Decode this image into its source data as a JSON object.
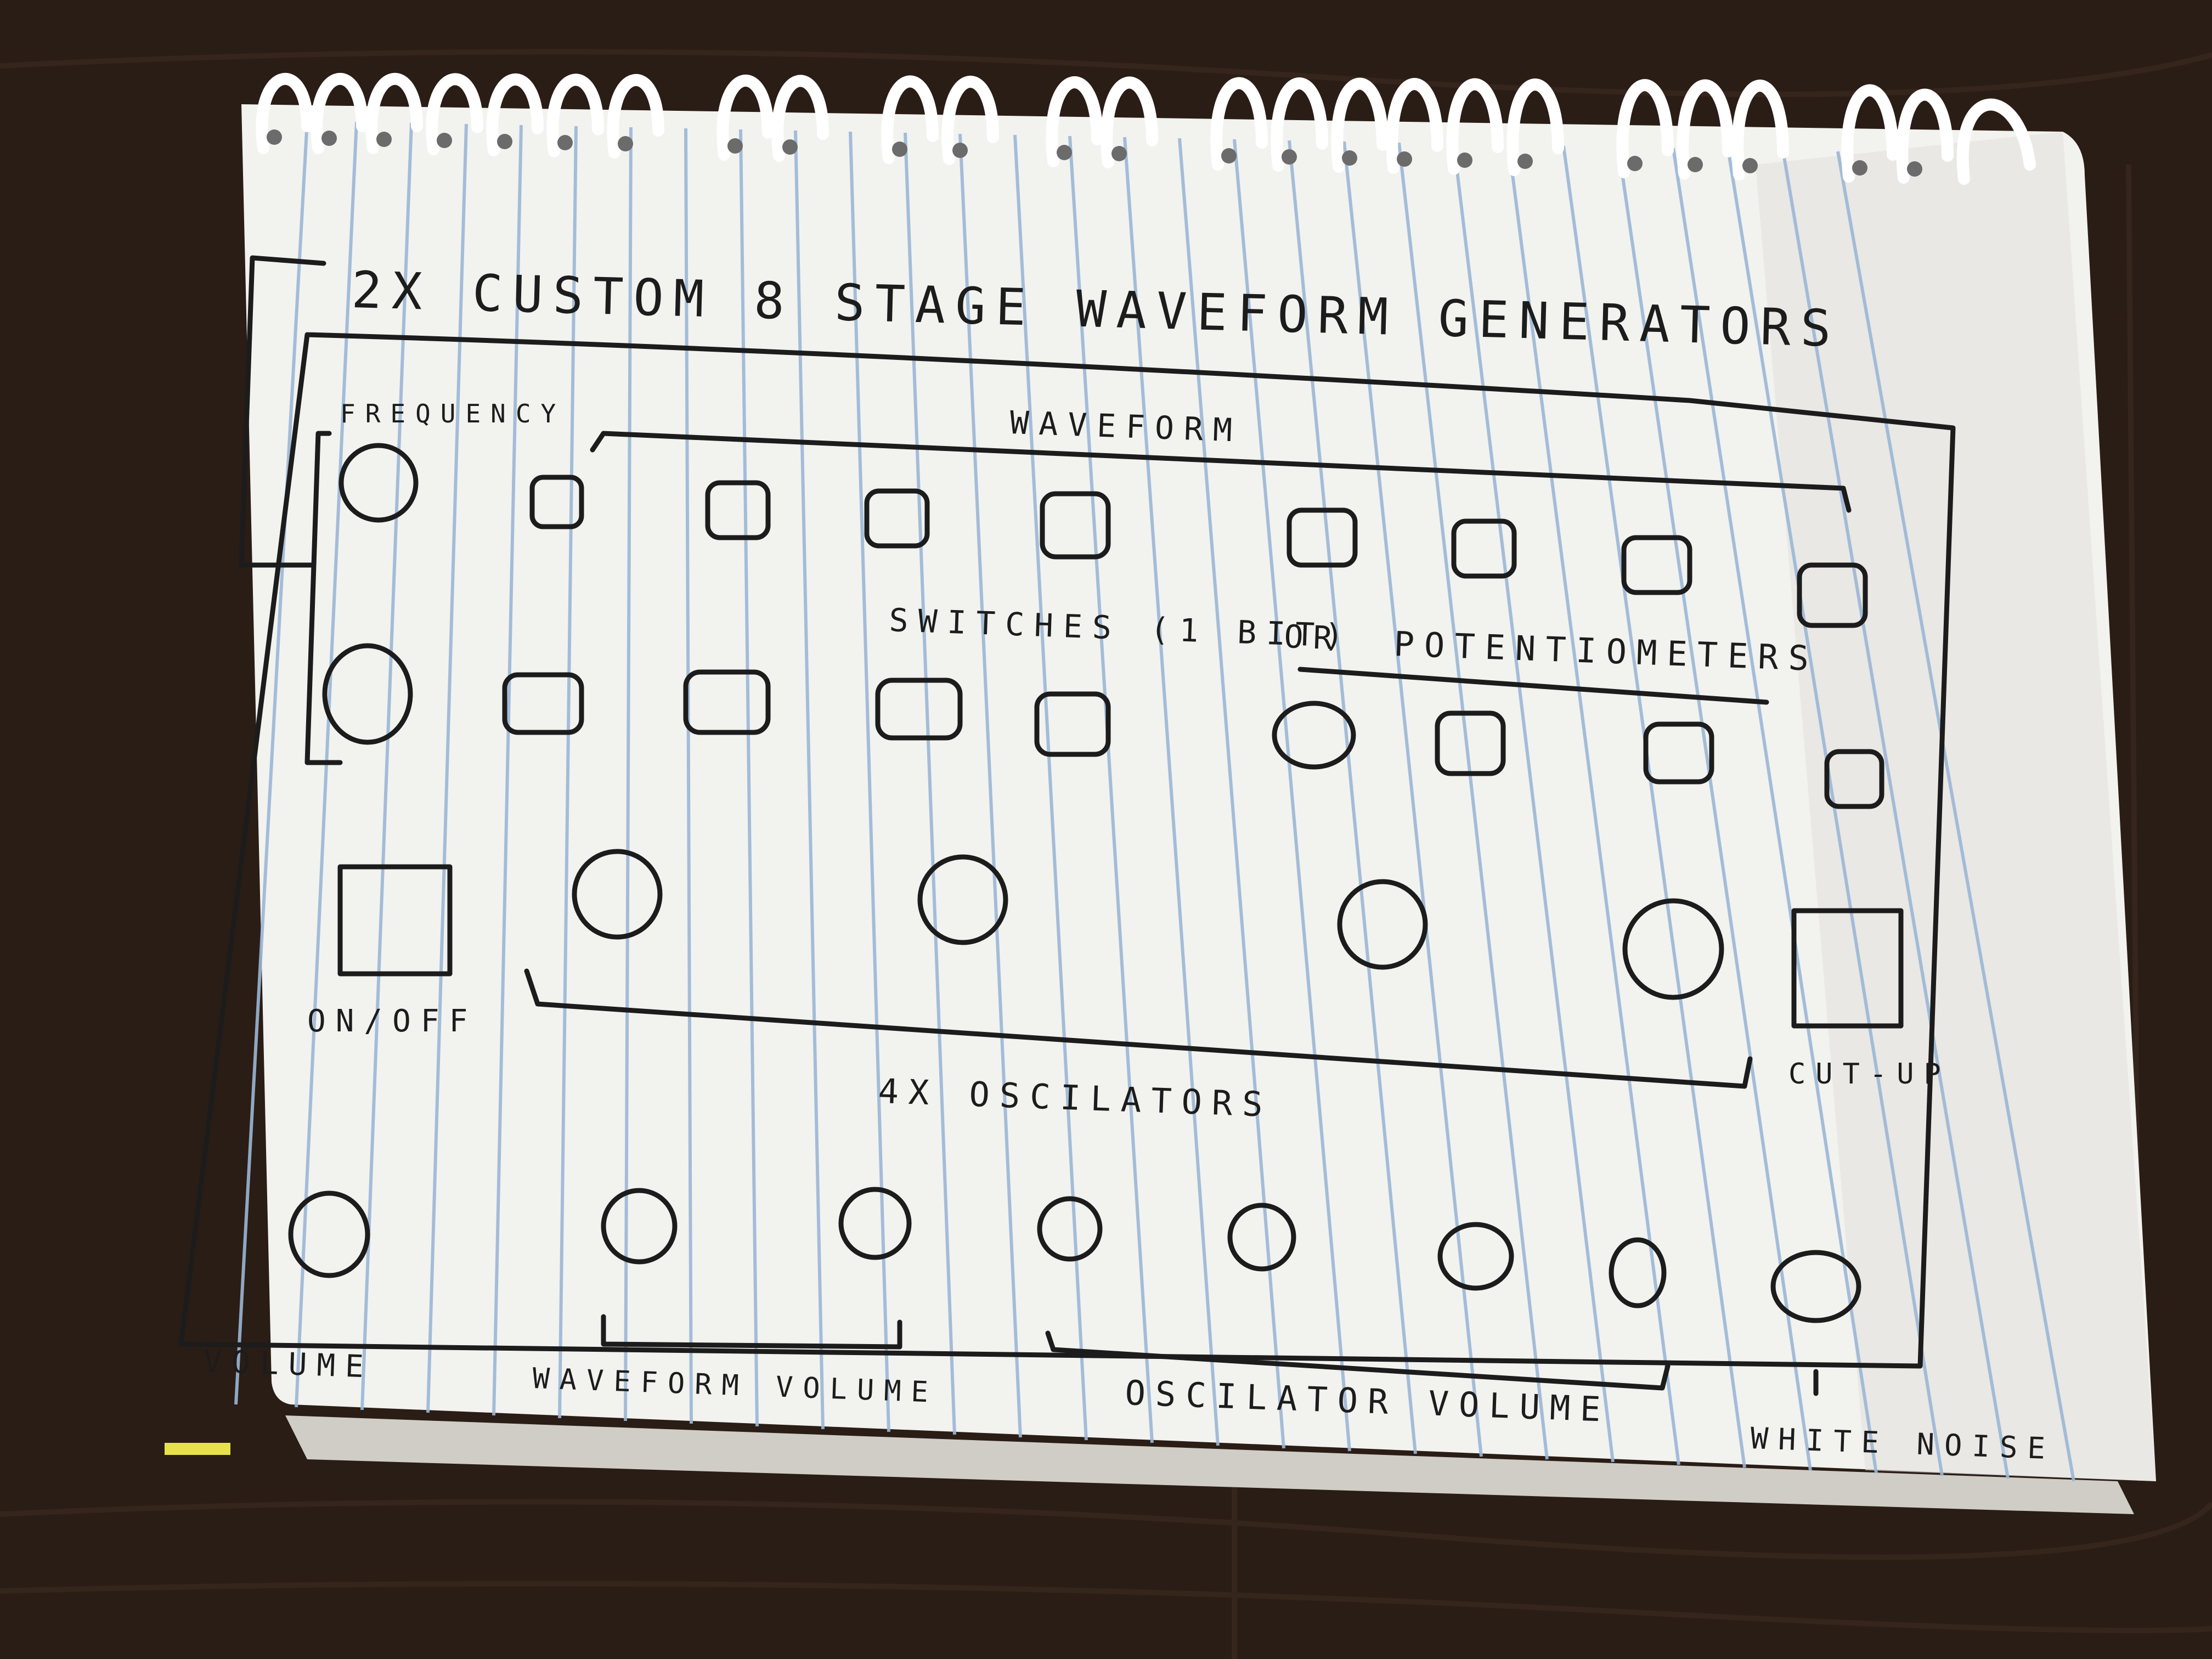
{
  "colors": {
    "table": "#2a1d15",
    "table_grain": "#3a2a1f",
    "paper": "#f2f2ef",
    "paper_shadow": "#d9d8d3",
    "rule_blue": "#9bb7d6",
    "ink": "#1c1c1c",
    "spiral": "#ffffff"
  },
  "sketch": {
    "title": "2X CUSTOM 8 STAGE WAVEFORM GENERATORS",
    "frequency_label": "FREQUENCY",
    "waveform_label": "WAVEFORM",
    "switches_label": "SWITCHES (1 BIT)",
    "or_label": "OR",
    "potentiometers_label": "POTENTIOMETERS",
    "on_off_label": "ON/OFF",
    "oscillators_label": "4X OSCILATORS",
    "cutup_label": "CUT-UP",
    "volume_label": "VOLUME",
    "waveform_volume_label": "WAVEFORM VOLUME",
    "oscillator_volume_label": "OSCILATOR VOLUME",
    "white_noise_label": "WHITE NOISE"
  }
}
